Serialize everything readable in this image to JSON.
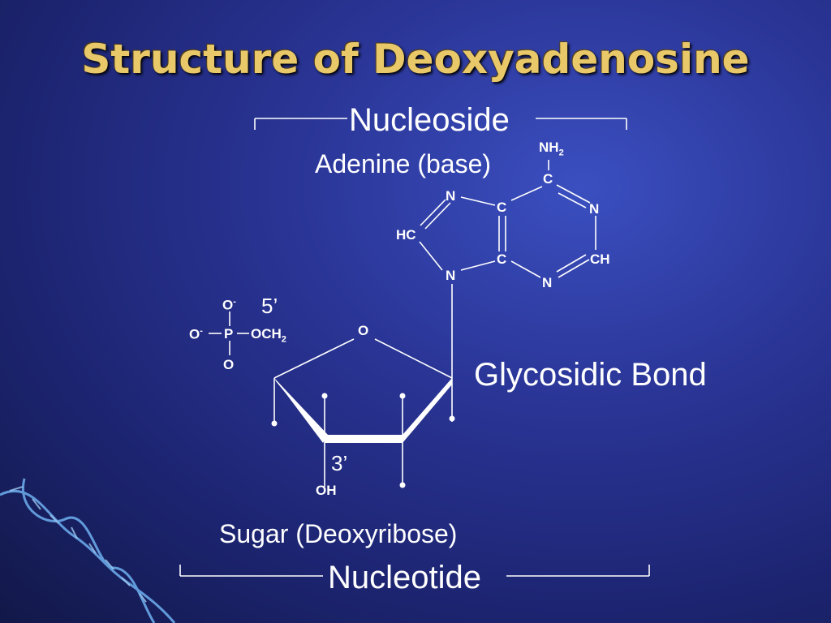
{
  "slide": {
    "title": "Structure of Deoxyadenosine"
  },
  "labels": {
    "nucleoside": "Nucleoside",
    "adenine": "Adenine (base)",
    "glycosidic": "Glycosidic Bond",
    "sugar": "Sugar (Deoxyribose)",
    "nucleotide": "Nucleotide",
    "five_prime": "5’",
    "three_prime": "3’"
  },
  "atoms": {
    "nh2": "NH",
    "nh2_sub": "2",
    "c_top": "C",
    "n_left_top": "N",
    "c_mid_top": "C",
    "n_right_top": "N",
    "hc": "HC",
    "c_mid_bottom": "C",
    "ch": "CH",
    "n_left_bottom": "N",
    "n_bottom": "N",
    "o_minus_top": "O",
    "o_minus_left": "O",
    "minus": "-",
    "p": "P",
    "och2": "OCH",
    "och2_sub": "2",
    "o_bottom": "O",
    "o_ring": "O",
    "oh": "OH"
  },
  "colors": {
    "title": "#e8c868",
    "text": "#ffffff",
    "background": "#1c2470"
  }
}
